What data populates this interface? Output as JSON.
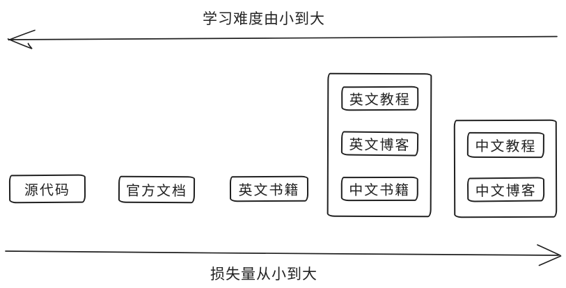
{
  "diagram": {
    "top_axis": {
      "label": "学习难度由小到大",
      "arrow_direction": "left"
    },
    "bottom_axis": {
      "label": "损失量从小到大",
      "arrow_direction": "right"
    },
    "boxes": {
      "source_code": "源代码",
      "official_docs": "官方文档",
      "english_books": "英文书籍",
      "group_a": [
        "英文教程",
        "英文博客",
        "中文书籍"
      ],
      "group_b": [
        "中文教程",
        "中文博客"
      ]
    },
    "colors": {
      "ink": "#1f1f1f",
      "background": "#ffffff"
    }
  }
}
